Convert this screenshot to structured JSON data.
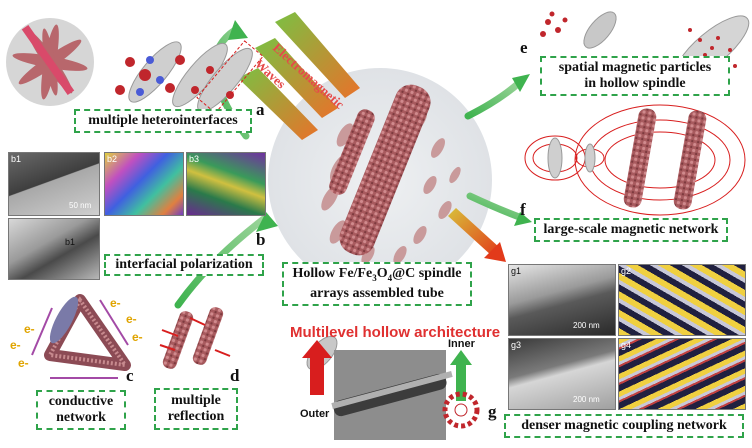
{
  "center": {
    "title_line1": "Hollow Fe/Fe",
    "title_sub": "3",
    "title_mid": "O",
    "title_sub2": "4",
    "title_end": "@C spindle",
    "title_line2": "arrays assembled tube",
    "beam_label_1": "Electromagnetic",
    "beam_label_2": "Waves"
  },
  "bottom_center": {
    "title": "Multilevel  hollow architecture",
    "outer_label": "Outer",
    "inner_label": "Inner"
  },
  "panels": {
    "a": {
      "letter": "a",
      "label": "multiple heterointerfaces"
    },
    "b": {
      "letter": "b",
      "label": "interfacial polarization",
      "micro": [
        {
          "tag": "b1",
          "scale": "50 nm"
        },
        {
          "tag": "b2"
        },
        {
          "tag": "b3"
        },
        {
          "tag": "b1"
        }
      ]
    },
    "c": {
      "letter": "c",
      "label_line1": "conductive",
      "label_line2": "network"
    },
    "d": {
      "letter": "d",
      "label_line1": "multiple",
      "label_line2": "reflection"
    },
    "e": {
      "letter": "e",
      "label_line1": "spatial magnetic particles",
      "label_line2": "in hollow spindle"
    },
    "f": {
      "letter": "f",
      "label": "large-scale magnetic network"
    },
    "g": {
      "letter": "g",
      "label": "denser magnetic coupling network",
      "micro": [
        {
          "tag": "g1",
          "scale": "200 nm"
        },
        {
          "tag": "g2"
        },
        {
          "tag": "g3",
          "scale": "200 nm"
        },
        {
          "tag": "g4"
        }
      ]
    }
  },
  "electron_symbol": "e-",
  "colors": {
    "dashed_border": "#2fa34a",
    "arrow_green": "#3fb34f",
    "beam_orange": "#e8722a",
    "spindle": "#b86a6a",
    "accent_red": "#d81e1e",
    "title_red": "#e03030"
  }
}
